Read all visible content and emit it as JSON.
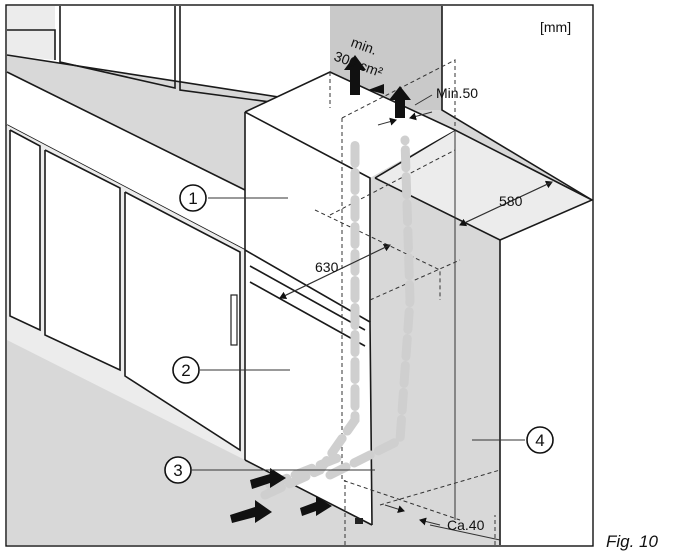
{
  "figure": {
    "unit_label": "[mm]",
    "caption": "Fig. 10",
    "callouts": [
      "1",
      "2",
      "3",
      "4"
    ],
    "dimensions": {
      "ventilation_area_line1": "min.",
      "ventilation_area_line2": "300 cm²",
      "rear_gap": "Min.50",
      "depth": "580",
      "width": "630",
      "bottom_gap": "Ca.40"
    }
  }
}
